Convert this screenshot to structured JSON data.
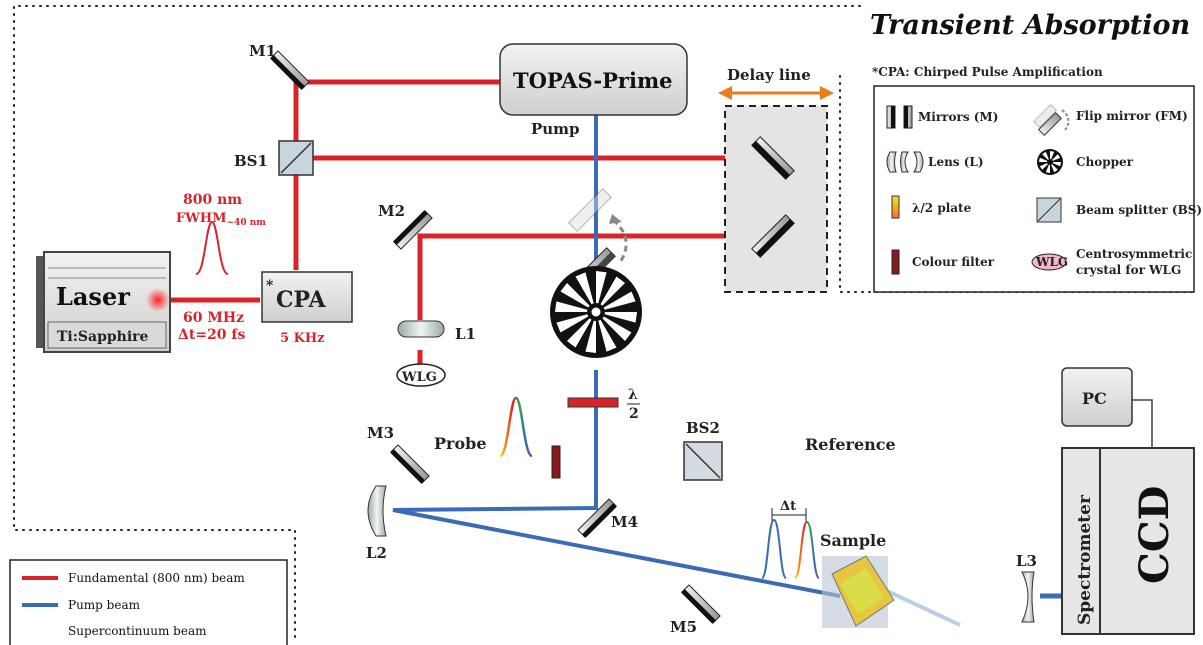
{
  "title": "Transient Absorption",
  "colors": {
    "fundamental": "#d8232a",
    "pump": "#3a6bb5",
    "arrow": "#e87d1e"
  },
  "source": {
    "laser": "Laser",
    "crystal": "Ti:Sapphire",
    "cpa": "CPA",
    "cpa_mark": "*",
    "rep_rate": "5 KHz",
    "wavelength": "800 nm",
    "fwhm": "FWHM",
    "fwhm_sub": "~40 nm",
    "freq": "60 MHz",
    "duration": "Δt=20 fs"
  },
  "optics": {
    "m1": "M1",
    "m2": "M2",
    "m3": "M3",
    "m4": "M4",
    "m5": "M5",
    "bs1": "BS1",
    "bs2": "BS2",
    "l1": "L1",
    "l2": "L2",
    "l3": "L3",
    "wlg": "WLG",
    "topas": "TOPAS-Prime",
    "delay": "Delay line",
    "half_num": "λ",
    "half_den": "2",
    "pc": "PC",
    "spectrometer": "Spectrometer",
    "ccd": "CCD"
  },
  "beams": {
    "pump": "Pump",
    "probe": "Probe",
    "reference": "Reference",
    "sample": "Sample",
    "dt": "Δt"
  },
  "key": {
    "cpa_note": "*CPA: Chirped Pulse Amplification",
    "items": [
      "Mirrors (M)",
      "Lens (L)",
      "λ/2 plate",
      "Colour filter",
      "Flip mirror (FM)",
      "Chopper",
      "Beam splitter (BS)",
      "Centrosymmetric",
      "crystal for WLG"
    ],
    "wlg": "WLG"
  },
  "legend": [
    "Fundamental (800 nm) beam",
    "Pump beam",
    "Supercontinuum beam"
  ]
}
